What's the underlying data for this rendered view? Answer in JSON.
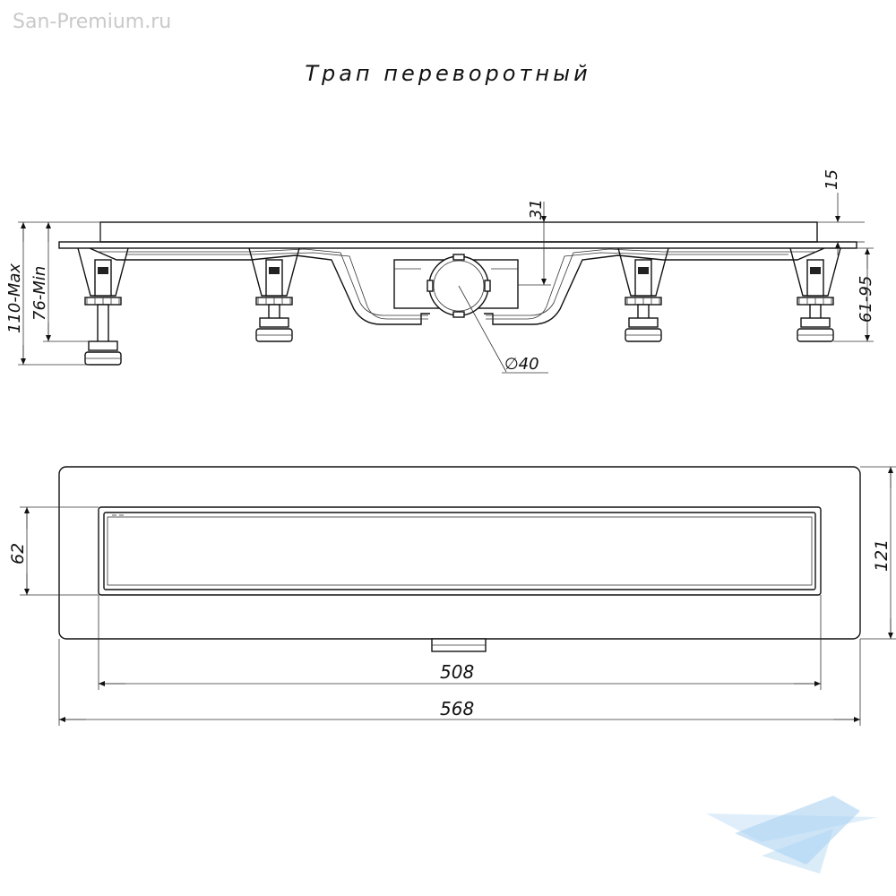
{
  "watermark": "San-Premium.ru",
  "title": "Трап переворотный",
  "dims": {
    "d15": "15",
    "d31": "31",
    "d61_95": "61-95",
    "d110max": "110-Max",
    "d76min": "76-Min",
    "d40": "∅40",
    "d62": "62",
    "d121": "121",
    "d508": "508",
    "d568": "568"
  },
  "logo": {
    "icon": "bathtub-logo-icon",
    "color": "#5aa8e6"
  }
}
